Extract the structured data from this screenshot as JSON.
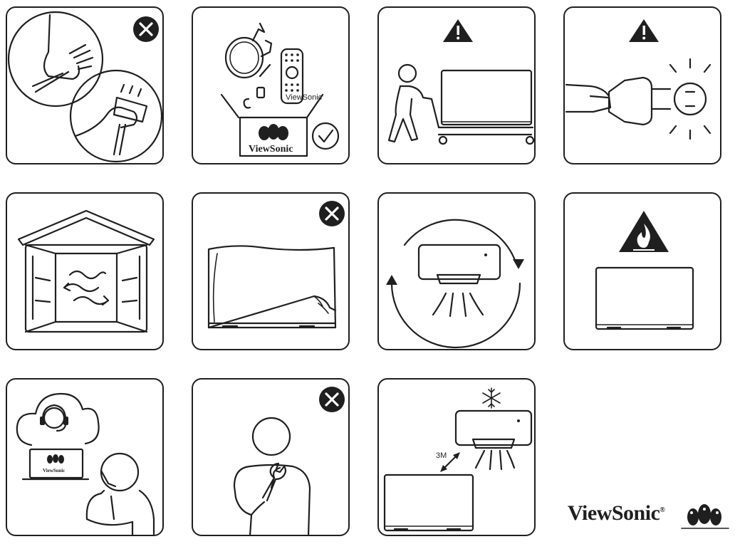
{
  "brand": {
    "name": "ViewSonic",
    "registered": "®"
  },
  "panels": [
    {
      "id": "unplug-by-cable",
      "status": "prohibited"
    },
    {
      "id": "accessories-in-box",
      "status": "approved",
      "box_brand": "ViewSonic",
      "remote_brand": "ViewSonic"
    },
    {
      "id": "transport-with-cart",
      "status": "warning"
    },
    {
      "id": "power-plug-outlet",
      "status": "warning"
    },
    {
      "id": "ventilated-room",
      "status": "info"
    },
    {
      "id": "do-not-cover",
      "status": "prohibited"
    },
    {
      "id": "air-circulation",
      "status": "info"
    },
    {
      "id": "fire-hazard",
      "status": "warning"
    },
    {
      "id": "contact-support",
      "status": "info",
      "laptop_brand": "ViewSonic"
    },
    {
      "id": "no-self-repair",
      "status": "prohibited"
    },
    {
      "id": "distance-from-ac",
      "status": "info",
      "distance_label": "3M"
    }
  ],
  "colors": {
    "ink": "#1f1f1f",
    "background": "#ffffff"
  }
}
